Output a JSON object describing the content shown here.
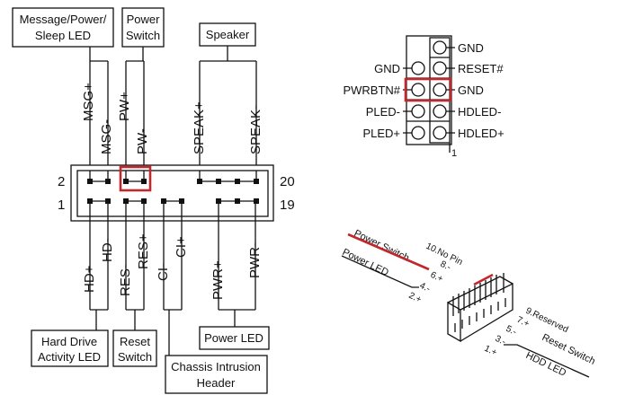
{
  "left_diagram": {
    "top_labels": {
      "msg_box": [
        "Message/Power/",
        "Sleep LED"
      ],
      "power_box": [
        "Power",
        "Switch"
      ],
      "speaker_box": "Speaker"
    },
    "top_pins": [
      "MSG+",
      "MSG-",
      "PW+",
      "PW-",
      "SPEAK+",
      "SPEAK-"
    ],
    "bottom_pins": [
      "HD+",
      "HD-",
      "RES-",
      "RES+",
      "CI-",
      "CI+",
      "PWR+",
      "PWR-"
    ],
    "pin_numbers": {
      "top_left": "2",
      "bottom_left": "1",
      "top_right": "20",
      "bottom_right": "19"
    },
    "bottom_labels": {
      "hdd_box": [
        "Hard Drive",
        "Activity LED"
      ],
      "reset_box": [
        "Reset",
        "Switch"
      ],
      "chassis_box": [
        "Chassis Intrusion",
        "Header"
      ],
      "powerled_box": "Power LED"
    }
  },
  "top_right_diagram": {
    "left_labels": [
      "GND",
      "PWRBTN#",
      "PLED-",
      "PLED+"
    ],
    "right_labels": [
      "GND",
      "RESET#",
      "GND",
      "HDLED-",
      "HDLED+"
    ],
    "pin_one": "1"
  },
  "bottom_right_diagram": {
    "left_labels": [
      "Power Switch",
      "Power LED"
    ],
    "pin_labels": [
      "10.No Pin",
      "8.-",
      "6.+",
      "4.-",
      "2.+",
      "9.Reserved",
      "7.+",
      "5.-",
      "3.-",
      "1.+"
    ],
    "right_labels": [
      "Reset Switch",
      "HDD LED"
    ]
  },
  "colors": {
    "highlight": "#c0282d",
    "line": "#111111",
    "background": "#ffffff"
  }
}
